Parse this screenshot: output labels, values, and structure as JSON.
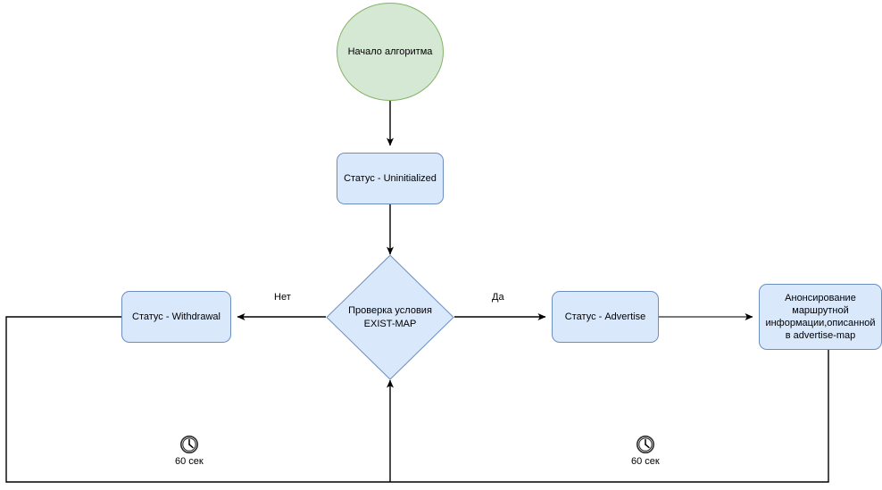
{
  "diagram": {
    "type": "flowchart",
    "language": "ru",
    "colors": {
      "start_fill": "#d5e8d4",
      "start_stroke": "#82b366",
      "process_fill": "#dae8fc",
      "process_stroke": "#6c8ebf",
      "edge": "#000000",
      "edge_gray": "#4d4d4d",
      "background": "#ffffff"
    },
    "nodes": {
      "start": {
        "label": "Начало алгоритма",
        "shape": "ellipse"
      },
      "uninitialized": {
        "label": "Статус - Uninitialized",
        "shape": "rounded-rect"
      },
      "decision": {
        "label": "Проверка условия\nEXIST-MAP",
        "shape": "diamond"
      },
      "withdrawal": {
        "label": "Статус - Withdrawal",
        "shape": "rounded-rect"
      },
      "advertise": {
        "label": "Статус - Advertise",
        "shape": "rounded-rect"
      },
      "announce": {
        "label": "Анонсирование\nмаршрутной\nинформации,описанной\nв advertise-map",
        "shape": "rounded-rect"
      }
    },
    "edge_labels": {
      "no": "Нет",
      "yes": "Да"
    },
    "timers": [
      {
        "icon": "clock-icon",
        "label": "60 сек"
      },
      {
        "icon": "clock-icon",
        "label": "60 сек"
      }
    ]
  }
}
